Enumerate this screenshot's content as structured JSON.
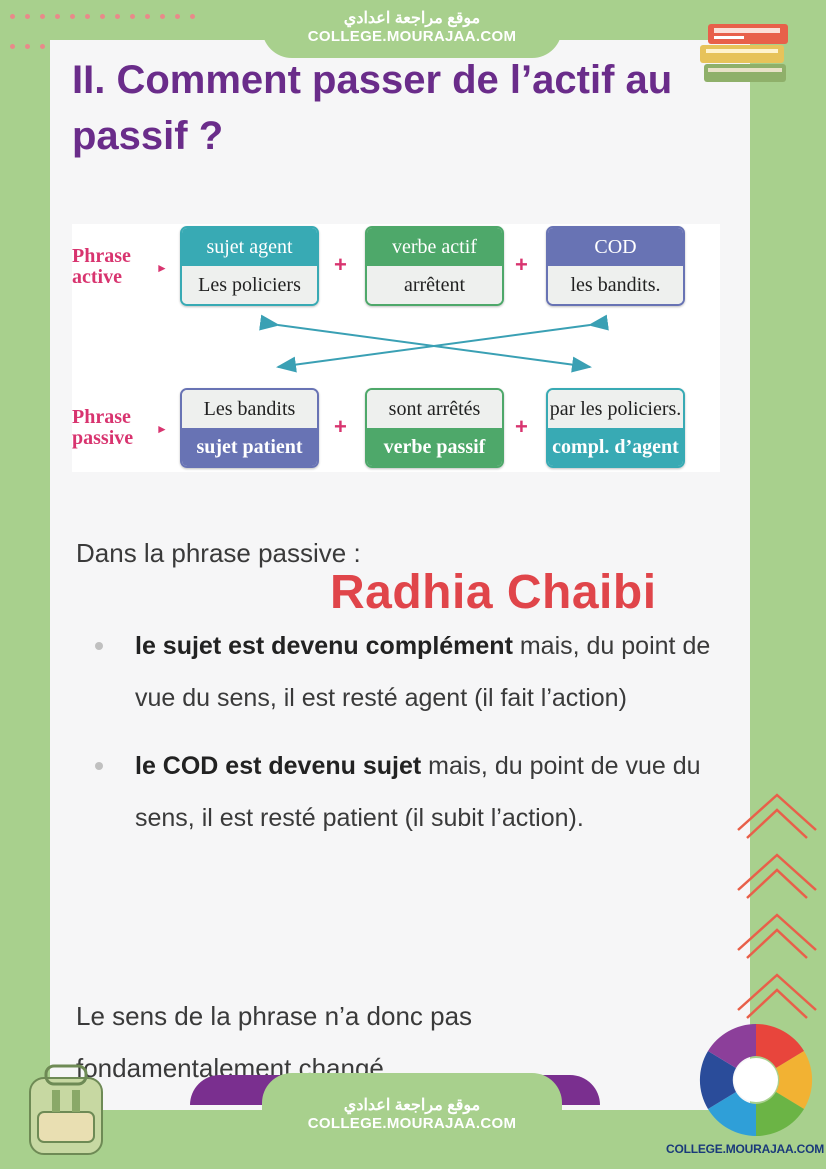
{
  "banner_top": {
    "arabic": "موقع مراجعة اعدادي",
    "url": "COLLEGE.MOURAJAA.COM"
  },
  "banner_bottom": {
    "arabic": "موقع مراجعة اعدادي",
    "url": "COLLEGE.MOURAJAA.COM"
  },
  "title": "II. Comment passer de l’actif au passif ?",
  "diagram": {
    "active_label": "Phrase active",
    "passive_label": "Phrase passive",
    "active": [
      {
        "top": "sujet agent",
        "bottom": "Les policiers",
        "color": "#38aab4"
      },
      {
        "top": "verbe actif",
        "bottom": "arrêtent",
        "color": "#4ea86a"
      },
      {
        "top": "COD",
        "bottom": "les bandits.",
        "color": "#6873b4"
      }
    ],
    "passive": [
      {
        "top": "Les bandits",
        "bottom": "sujet patient",
        "color": "#6873b4"
      },
      {
        "top": "sont arrêtés",
        "bottom": "verbe passif",
        "color": "#4ea86a"
      },
      {
        "top": "par les policiers.",
        "bottom": "compl. d’agent",
        "color": "#38aab4"
      }
    ],
    "plus": "+",
    "arrow_color": "#3aa0b4"
  },
  "intro": "Dans la phrase passive :",
  "author": "Radhia Chaibi",
  "bullets": [
    {
      "bold": "le sujet est devenu complément",
      "rest": " mais, du point de vue du sens, il est resté agent (il fait l’action)"
    },
    {
      "bold": "le COD est devenu sujet",
      "rest": " mais, du point de vue du sens, il est resté patient (il subit l’action)."
    }
  ],
  "conclusion": "Le sens de la phrase n’a donc pas fondamentalement changé.",
  "logo_label": "COLLEGE.MOURAJAA.COM",
  "colors": {
    "frame": "#a8d08d",
    "title": "#6a2c8a",
    "accent": "#d8346f",
    "author": "#e0454a",
    "chevron": "#e8604a"
  }
}
